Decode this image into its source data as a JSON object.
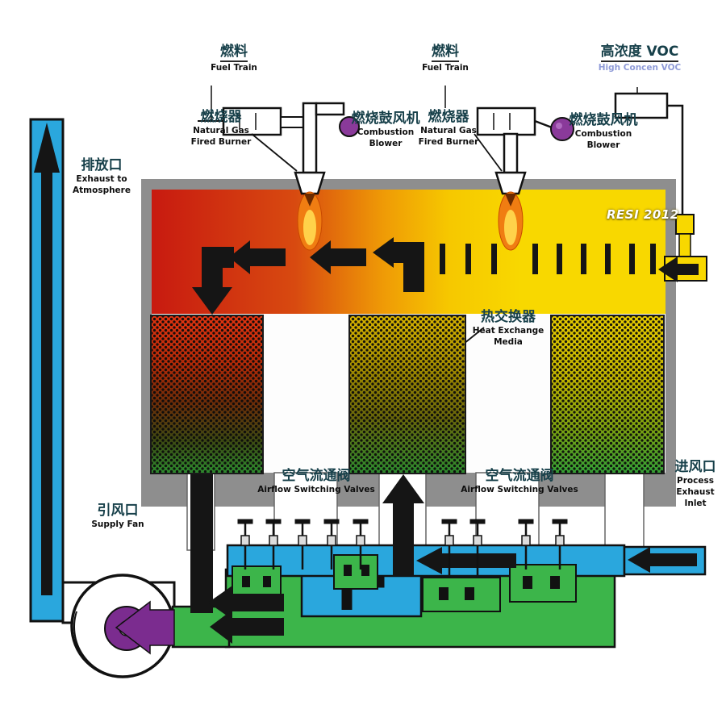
{
  "colors": {
    "zh_ink": "#17404a",
    "voc_en": "#8f9bd8",
    "duct_blue": "#2aa7dd",
    "duct_green": "#3cb54a",
    "chamber_red": "#c81a10",
    "chamber_yellow": "#f8d800",
    "purple": "#7b2c8f",
    "frame_gray": "#8e8e8e",
    "ink": "#151515"
  },
  "labels": {
    "fuel1": {
      "zh": "燃料",
      "en": "Fuel Train"
    },
    "fuel2": {
      "zh": "燃料",
      "en": "Fuel Train"
    },
    "voc": {
      "zh": "高浓度 VOC",
      "en": "High Concen VOC"
    },
    "burner1": {
      "zh": "燃烧器",
      "en_line1": "Natural Gas",
      "en_line2": "Fired Burner"
    },
    "burner2": {
      "zh": "燃烧器",
      "en_line1": "Natural Gas",
      "en_line2": "Fired Burner"
    },
    "blower1": {
      "zh": "燃烧鼓风机",
      "en_line1": "Combustion",
      "en_line2": "Blower"
    },
    "blower2": {
      "zh": "燃烧鼓风机",
      "en_line1": "Combustion",
      "en_line2": "Blower"
    },
    "exhaust": {
      "zh": "排放口",
      "en_line1": "Exhaust to",
      "en_line2": "Atmosphere"
    },
    "heat_exchange": {
      "zh": "热交换器",
      "en_line1": "Heat Exchange",
      "en_line2": "Media"
    },
    "valves1": {
      "zh": "空气流通阀",
      "en": "Airflow Switching Valves"
    },
    "valves2": {
      "zh": "空气流通阀",
      "en": "Airflow Switching Valves"
    },
    "inlet": {
      "zh": "进风口",
      "en_line1": "Process",
      "en_line2": "Exhaust",
      "en_line3": "Inlet"
    },
    "fan": {
      "zh": "引风口",
      "en": "Supply Fan"
    },
    "badge": "RESI 2012"
  }
}
